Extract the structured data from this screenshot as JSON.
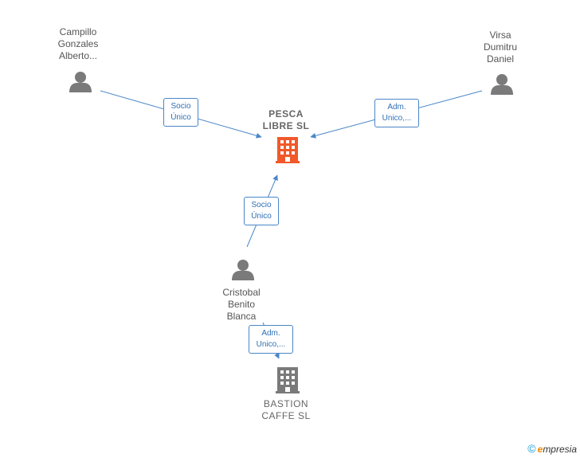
{
  "nodes": {
    "campillo": {
      "line1": "Campillo",
      "line2": "Gonzales",
      "line3": "Alberto..."
    },
    "virsa": {
      "line1": "Virsa",
      "line2": "Dumitru",
      "line3": "Daniel"
    },
    "pesca": {
      "line1": "PESCA",
      "line2": "LIBRE  SL"
    },
    "cristobal": {
      "line1": "Cristobal",
      "line2": "Benito",
      "line3": "Blanca"
    },
    "bastion": {
      "line1": "BASTION",
      "line2": "CAFFE  SL"
    }
  },
  "edges": {
    "campillo_pesca": {
      "line1": "Socio",
      "line2": "Único"
    },
    "virsa_pesca": {
      "line1": "Adm.",
      "line2": "Unico,..."
    },
    "cristobal_pesca": {
      "line1": "Socio",
      "line2": "Único"
    },
    "cristobal_bastion": {
      "line1": "Adm.",
      "line2": "Unico,..."
    }
  },
  "footer": {
    "copyright": "©",
    "brand_e": "e",
    "brand_rest": "mpresia"
  },
  "colors": {
    "edge": "#4a86c8",
    "person_icon": "#7a7a7a",
    "main_company": "#f0592a",
    "other_company": "#7a7a7a"
  }
}
